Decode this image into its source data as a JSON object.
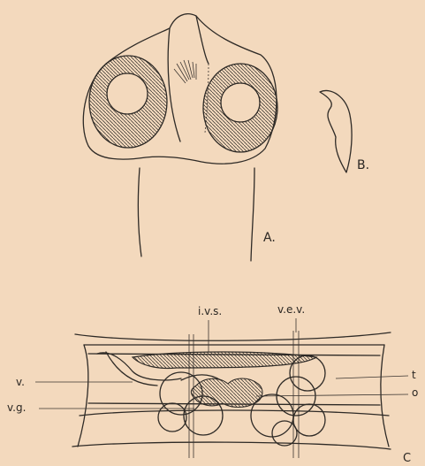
{
  "figure": {
    "panels": [
      {
        "id": "A",
        "label": "A."
      },
      {
        "id": "B",
        "label": "B."
      },
      {
        "id": "C",
        "label": "C"
      }
    ],
    "annotations": {
      "ivs": "i.v.s.",
      "vev": "v.e.v.",
      "v": "v.",
      "vg": "v.g.",
      "t": "t",
      "o": "o"
    }
  }
}
